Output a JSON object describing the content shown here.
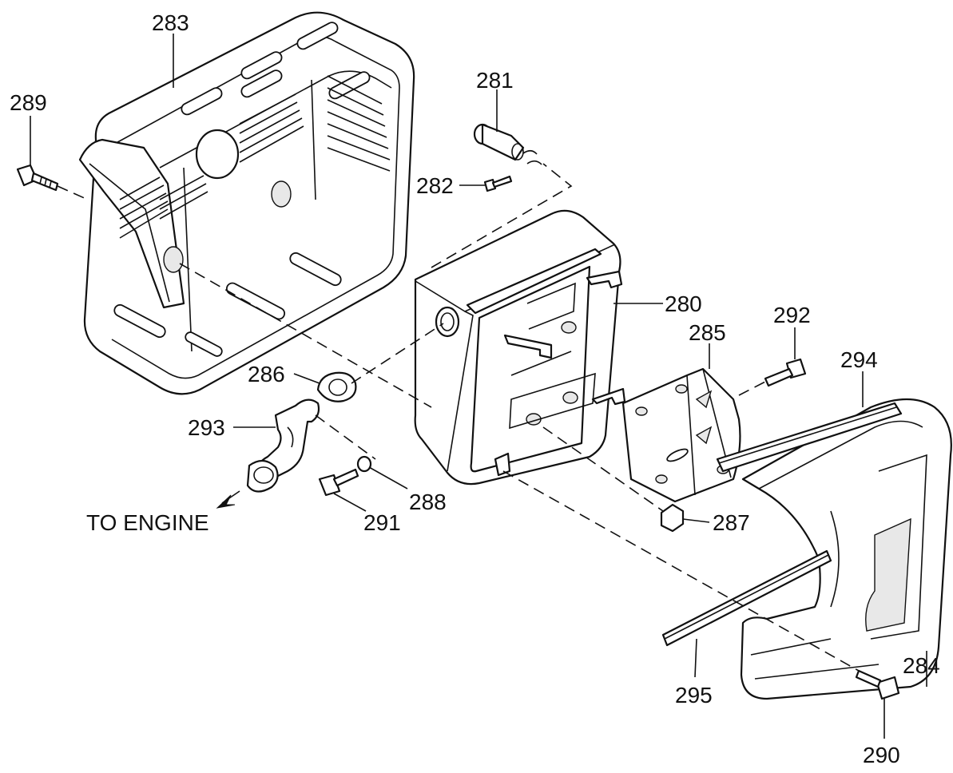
{
  "callouts": {
    "c283": "283",
    "c289": "289",
    "c281": "281",
    "c282": "282",
    "c280": "280",
    "c292": "292",
    "c285": "285",
    "c294": "294",
    "c286": "286",
    "c293": "293",
    "c288": "288",
    "c291": "291",
    "c287": "287",
    "c295": "295",
    "c284": "284",
    "c290": "290"
  },
  "caption": "TO ENGINE"
}
